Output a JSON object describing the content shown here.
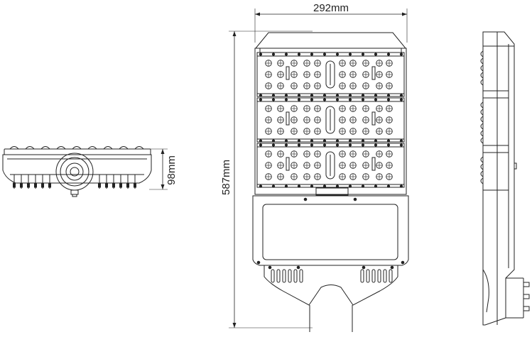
{
  "dimensions": {
    "width": "292mm",
    "length": "587mm",
    "height": "98mm"
  },
  "colors": {
    "line": "#222222",
    "background": "#ffffff"
  },
  "views": {
    "left": "end-view",
    "center": "top-view",
    "right": "side-view"
  }
}
